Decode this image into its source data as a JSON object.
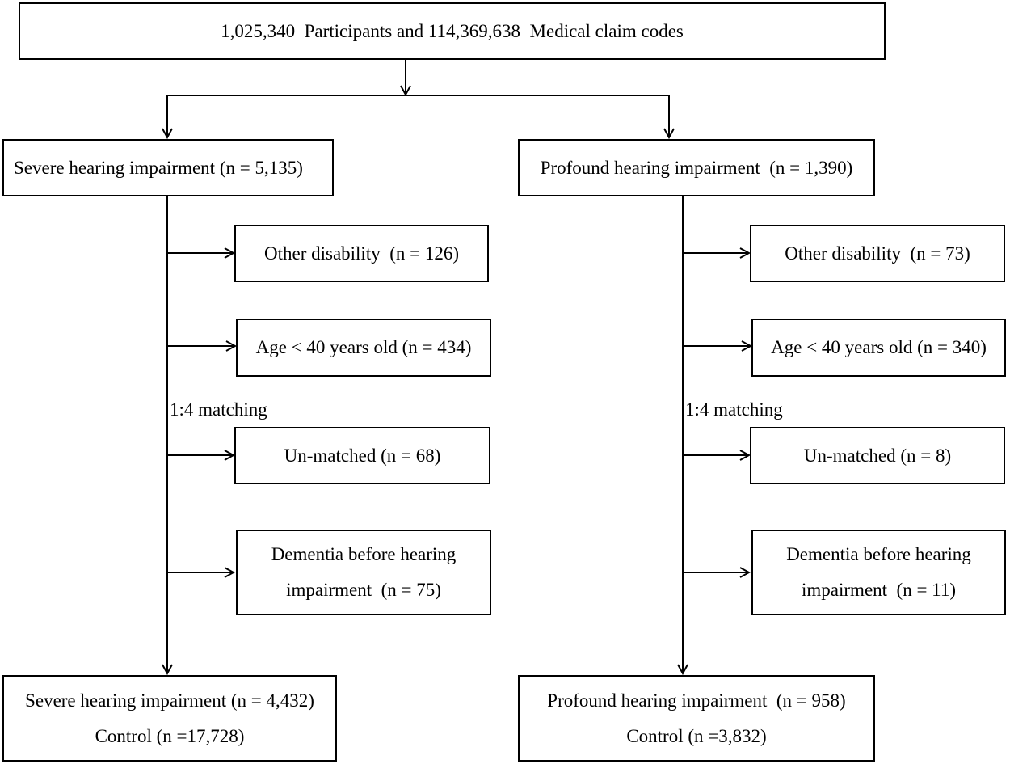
{
  "root": {
    "text": "1,025,340  Participants and 114,369,638  Medical claim codes"
  },
  "severe": {
    "start": "Severe hearing impairment (n = 5,135)",
    "matching_label": "1:4 matching",
    "exclusions": {
      "other_disability": "Other disability  (n = 126)",
      "age": "Age < 40 years old (n = 434)",
      "unmatched": "Un-matched (n = 68)",
      "dementia_line1": "Dementia before hearing",
      "dementia_line2": "impairment  (n = 75)"
    },
    "final_line1": "Severe hearing impairment (n = 4,432)",
    "final_line2": "Control (n =17,728)"
  },
  "profound": {
    "start": "Profound hearing impairment  (n = 1,390)",
    "matching_label": "1:4 matching",
    "exclusions": {
      "other_disability": "Other disability  (n = 73)",
      "age": "Age < 40 years old (n = 340)",
      "unmatched": "Un-matched (n = 8)",
      "dementia_line1": "Dementia before hearing",
      "dementia_line2": "impairment  (n = 11)"
    },
    "final_line1": "Profound hearing impairment  (n = 958)",
    "final_line2": "Control (n =3,832)"
  }
}
